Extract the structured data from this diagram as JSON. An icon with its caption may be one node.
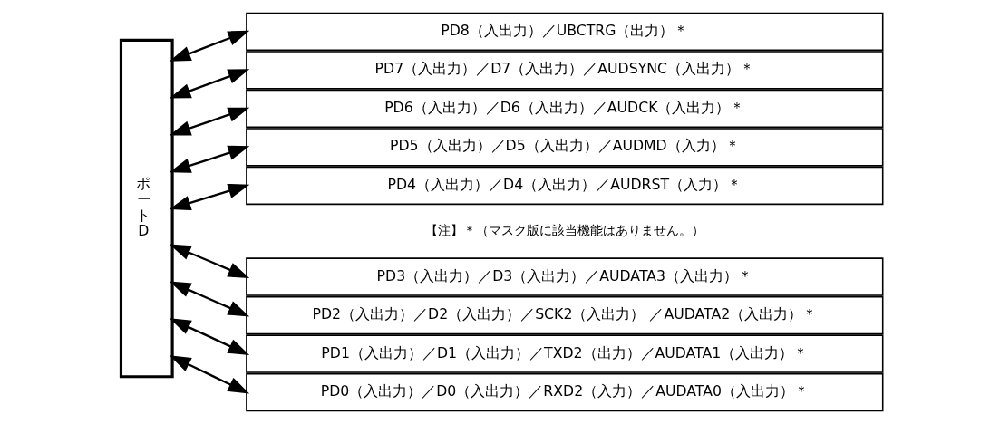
{
  "diagram": {
    "nodes": [
      {
        "text": [
          "ポートD"
        ]
      },
      {
        "text": [
          "PD8（入出力）／UBCTRG（出力）＊"
        ]
      },
      {
        "text": [
          "PD7（入出力）／D7（入出力）／AUDSYNC（入出力）＊"
        ]
      },
      {
        "text": [
          "PD6（入出力）／D6（入出力）／AUDCK（入出力）＊"
        ]
      },
      {
        "text": [
          "PD5（入出力）／D5（入出力）／AUDMD（入力）＊"
        ]
      },
      {
        "text": [
          "PD4（入出力）／D4（入出力）／AUDRST（入力）＊"
        ]
      },
      {
        "text": [
          "PD3（入出力）／D3（入出力）／AUDATA3（入出力）＊"
        ]
      },
      {
        "text": [
          "PD2（入出力）／D2（入出力）／SCK2（入出力） ／AUDATA2（入出力）＊"
        ]
      },
      {
        "text": [
          "PD1（入出力）／D1（入出力）／TXD2（出力）／AUDATA1（入出力）＊"
        ]
      },
      {
        "text": [
          "PD0（入出力）／D0（入出力）／RXD2（入力）／AUDATA0（入出力）＊"
        ]
      }
    ],
    "edges": [
      {
        "from": 0,
        "to": 1,
        "arrow": "both"
      },
      {
        "from": 0,
        "to": 2,
        "arrow": "both"
      },
      {
        "from": 0,
        "to": 3,
        "arrow": "both"
      },
      {
        "from": 0,
        "to": 4,
        "arrow": "both"
      },
      {
        "from": 0,
        "to": 5,
        "arrow": "both"
      },
      {
        "from": 0,
        "to": 6,
        "arrow": "both"
      },
      {
        "from": 0,
        "to": 7,
        "arrow": "both"
      },
      {
        "from": 0,
        "to": 8,
        "arrow": "both"
      },
      {
        "from": 0,
        "to": 9,
        "arrow": "both"
      }
    ],
    "labels": [
      "【注】＊（マスク版に該当機能はありません。）"
    ]
  }
}
